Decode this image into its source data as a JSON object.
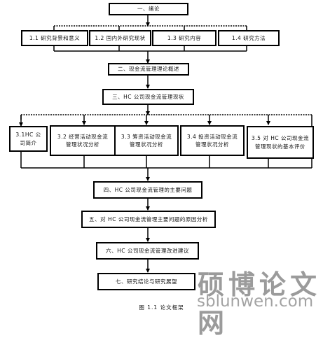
{
  "nodes": {
    "n1": "一、绪论",
    "n11": "1.1 研究背景和意义",
    "n12": "1.2 国内外研究现状",
    "n13": "1.3 研究内容",
    "n14": "1.4 研究方法",
    "n2": "二、现金流管理理论概述",
    "n3": "三、HC 公司现金流管理现状",
    "n31a": "3.1HC 公",
    "n31b": "司简介",
    "n32a": "3.2 经营活动现金流",
    "n32b": "管理状况分析",
    "n33a": "3.3 筹资活动现金流",
    "n33b": "管理状况分析",
    "n34a": "3.4 投资活动现金流",
    "n34b": "管理状况分析",
    "n35a": "3.5 对 HC 公司现金流",
    "n35b": "管理现状的基本评价",
    "n4": "四、HC 公司现金流管理的主要问题",
    "n5": "五、对 HC 公司现金流管理主要问题的原因分析",
    "n6": "六、HC 公司现金流管理改进建议",
    "n7": "七、研究结论与研究展望"
  },
  "caption": "图 1.1   论文框架",
  "watermark": {
    "cn": "硕博论文网",
    "url": "sblunwen.com"
  }
}
